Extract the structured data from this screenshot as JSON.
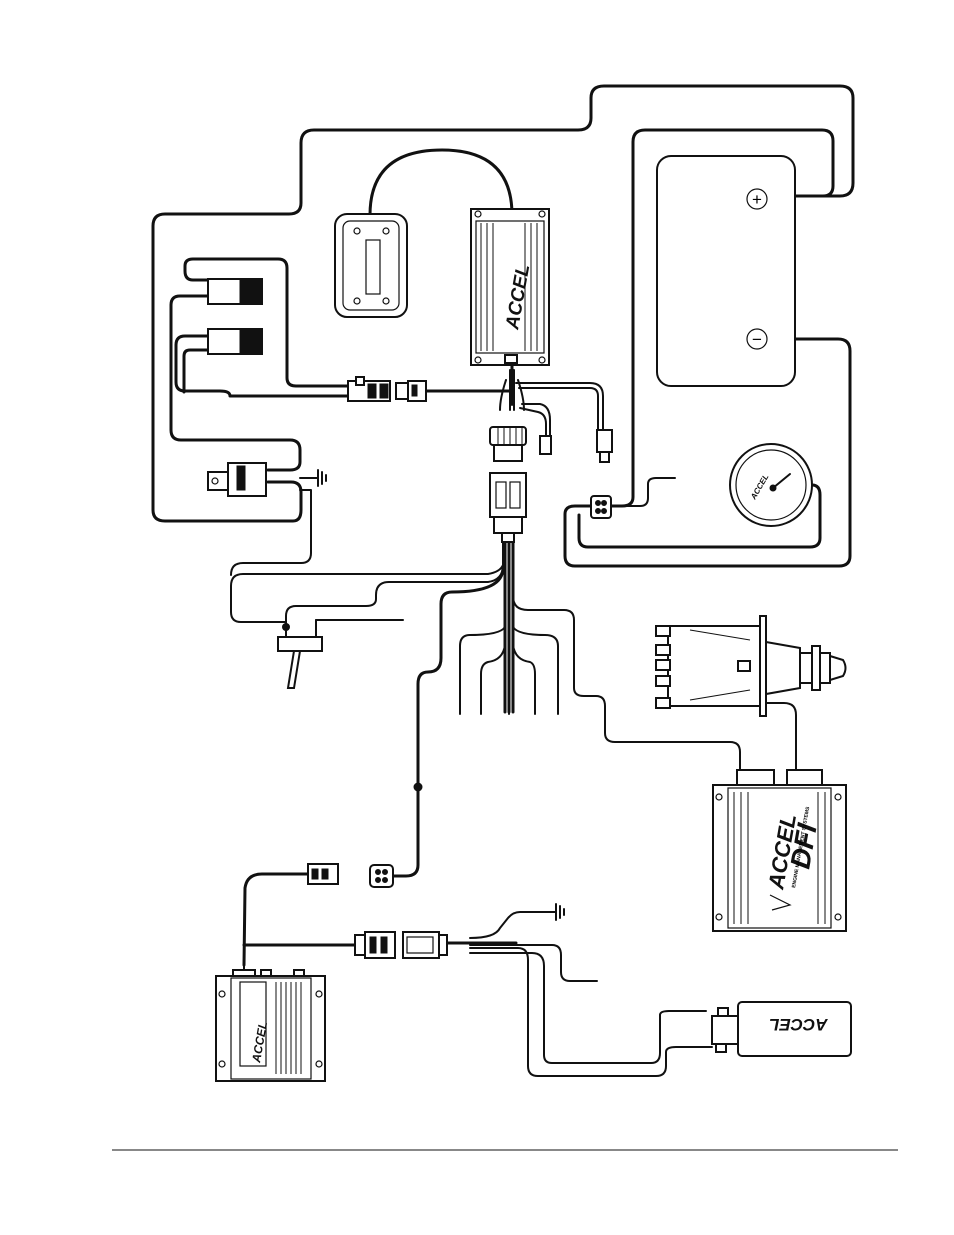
{
  "logos": {
    "controller": "ACCEL",
    "gauge": "ACCEL",
    "dfi_brand": "ACCEL",
    "dfi_product": "DFI",
    "dfi_tagline": "ENGINE MANAGEMENT SYSTEMS",
    "ignition_box": "ACCEL",
    "coil": "ACCEL"
  },
  "symbols": {
    "battery_positive": "+",
    "battery_negative": "−"
  },
  "icons": [
    "ground-symbol-icon",
    "splice-dot-icon",
    "battery-terminal-icon"
  ],
  "colors": {
    "line": "#111111",
    "background": "#ffffff"
  }
}
